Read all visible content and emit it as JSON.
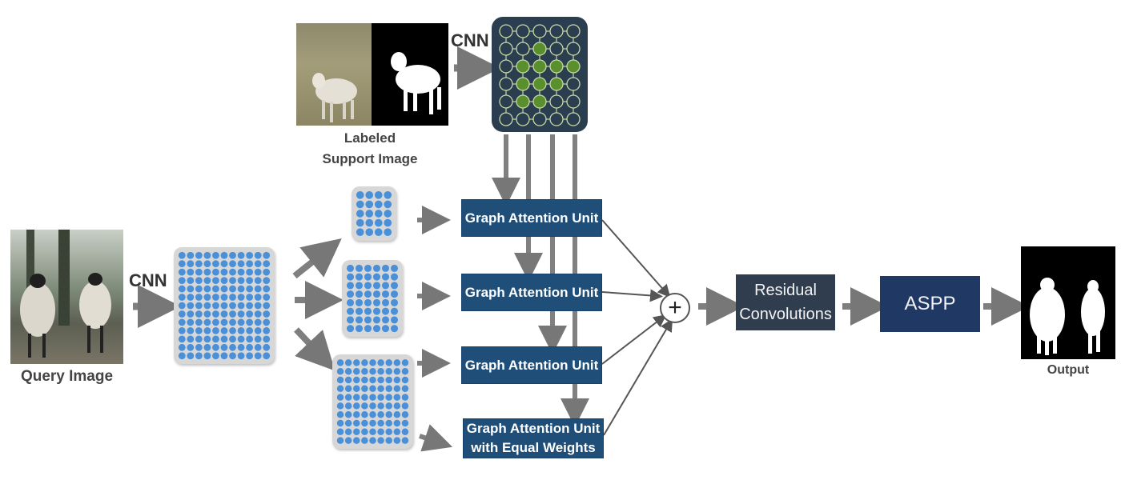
{
  "support": {
    "caption_line1": "Labeled",
    "caption_line2": "Support Image",
    "cnn_label": "CNN"
  },
  "query": {
    "caption": "Query Image",
    "cnn_label": "CNN"
  },
  "units": [
    {
      "line1": "Graph Attention Unit",
      "line2": ""
    },
    {
      "line1": "Graph Attention Unit",
      "line2": ""
    },
    {
      "line1": "Graph Attention Unit",
      "line2": ""
    },
    {
      "line1": "Graph Attention Unit",
      "line2": "with Equal Weights"
    }
  ],
  "sum_symbol": "+",
  "residual": {
    "line1": "Residual",
    "line2": "Convolutions"
  },
  "aspp": {
    "label": "ASPP"
  },
  "output": {
    "caption": "Output"
  },
  "colors": {
    "unit_box": "#1f4e79",
    "residual_box": "#2f3d4f",
    "aspp_box": "#1f3864",
    "node_blue": "#4a90d9",
    "graph_bg": "#2b3e50",
    "graph_node_green": "#5a8f2e",
    "arrow_gray": "#808080"
  }
}
